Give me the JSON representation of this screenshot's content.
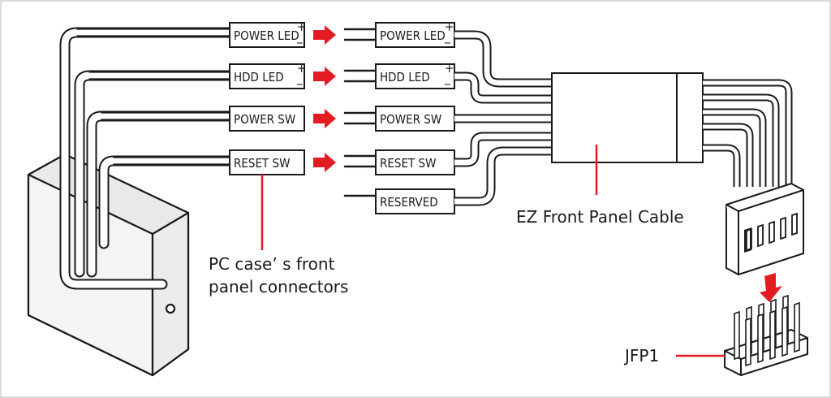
{
  "case_connectors": {
    "power_led": "POWER LED",
    "hdd_led": "HDD LED",
    "power_sw": "POWER SW",
    "reset_sw": "RESET SW",
    "plus": "+",
    "minus": "_"
  },
  "cable_connectors": {
    "power_led": "POWER LED",
    "hdd_led": "HDD LED",
    "power_sw": "POWER SW",
    "reset_sw": "RESET SW",
    "reserved": "RESERVED",
    "plus": "+",
    "minus": "_"
  },
  "labels": {
    "pc_case_line1": "PC case’ s front",
    "pc_case_line2": "panel connectors",
    "ez_cable": "EZ Front Panel Cable",
    "jfp1": "JFP1"
  },
  "colors": {
    "accent_red": "#e31c24",
    "line": "#1a1a1a",
    "pc_fill": "#f2f2f2",
    "header_fill": "#ffffff"
  }
}
